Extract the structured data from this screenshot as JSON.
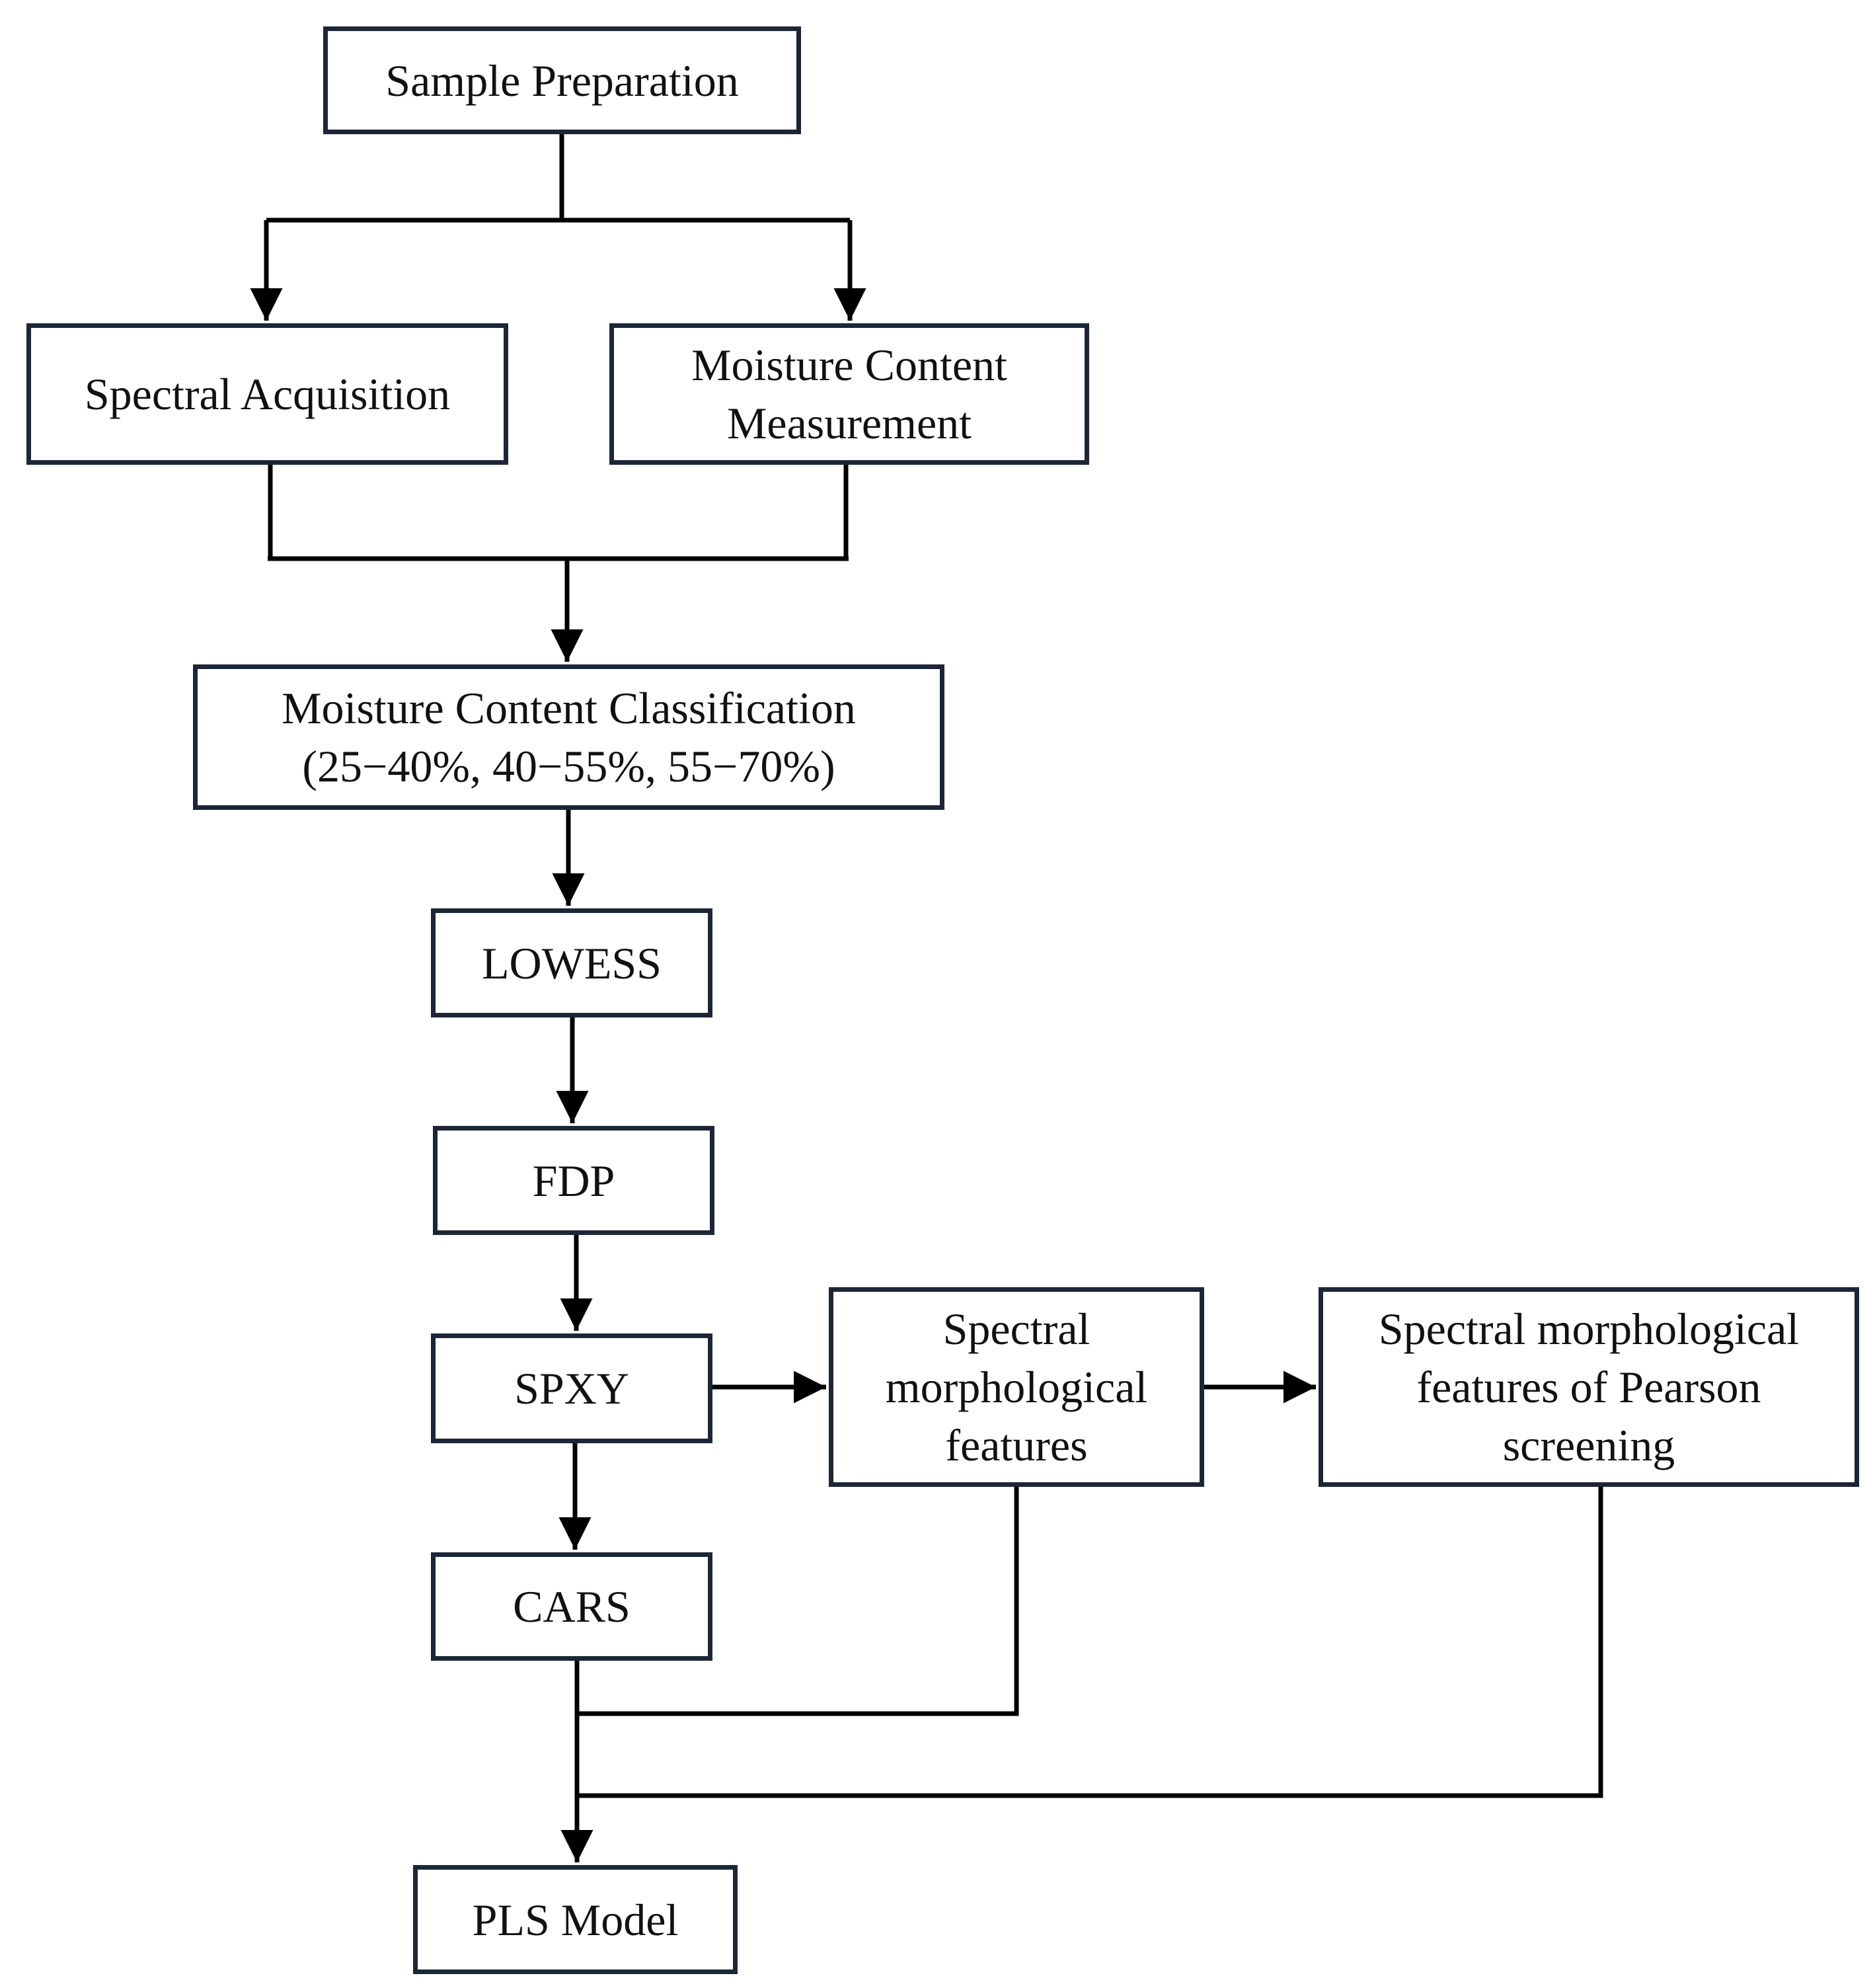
{
  "flowchart": {
    "nodes": {
      "sample_preparation": {
        "lines": [
          "Sample Preparation"
        ]
      },
      "spectral_acquisition": {
        "lines": [
          "Spectral Acquisition"
        ]
      },
      "moisture_measurement": {
        "lines": [
          "Moisture Content",
          "Measurement"
        ]
      },
      "moisture_classification": {
        "lines": [
          "Moisture Content Classification",
          "(25−40%, 40−55%, 55−70%)"
        ]
      },
      "lowess": {
        "lines": [
          "LOWESS"
        ]
      },
      "fdp": {
        "lines": [
          "FDP"
        ]
      },
      "spxy": {
        "lines": [
          "SPXY"
        ]
      },
      "spectral_features": {
        "lines": [
          "Spectral",
          "morphological",
          "features"
        ]
      },
      "pearson_features": {
        "lines": [
          "Spectral morphological",
          "features of Pearson",
          "screening"
        ]
      },
      "cars": {
        "lines": [
          "CARS"
        ]
      },
      "pls_model": {
        "lines": [
          "PLS Model"
        ]
      }
    },
    "edges": [
      {
        "from": "sample_preparation",
        "to": "spectral_acquisition"
      },
      {
        "from": "sample_preparation",
        "to": "moisture_measurement"
      },
      {
        "from": "spectral_acquisition",
        "to": "moisture_classification"
      },
      {
        "from": "moisture_measurement",
        "to": "moisture_classification"
      },
      {
        "from": "moisture_classification",
        "to": "lowess"
      },
      {
        "from": "lowess",
        "to": "fdp"
      },
      {
        "from": "fdp",
        "to": "spxy"
      },
      {
        "from": "spxy",
        "to": "spectral_features"
      },
      {
        "from": "spectral_features",
        "to": "pearson_features"
      },
      {
        "from": "spxy",
        "to": "cars"
      },
      {
        "from": "cars",
        "to": "pls_model"
      },
      {
        "from": "spectral_features",
        "to": "pls_model"
      },
      {
        "from": "pearson_features",
        "to": "pls_model"
      }
    ],
    "colors": {
      "box_border": "#1c2636",
      "connector": "#000000",
      "text": "#111111",
      "background": "#ffffff"
    }
  }
}
